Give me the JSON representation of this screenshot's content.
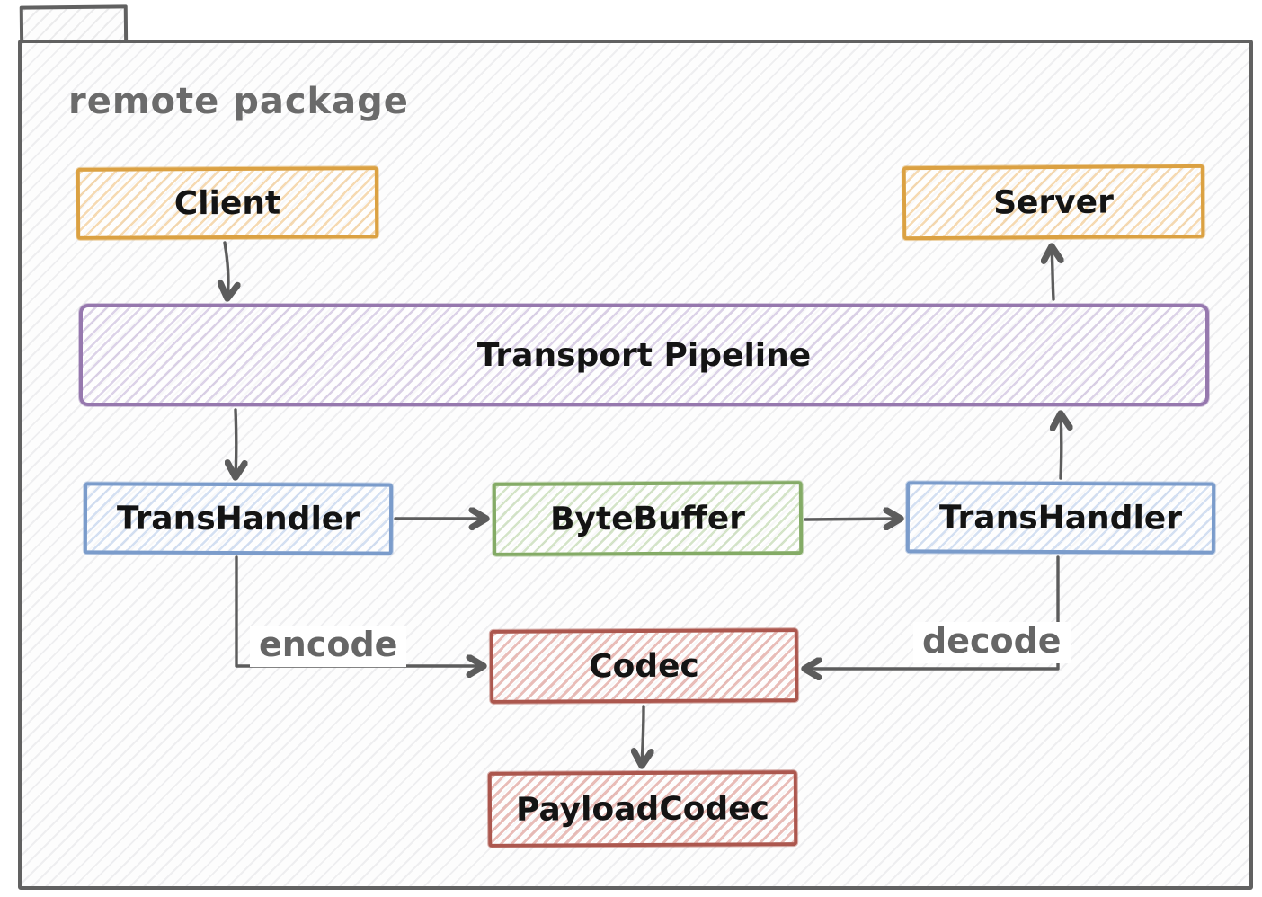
{
  "package": {
    "title": "remote package"
  },
  "nodes": [
    {
      "id": "client",
      "label": "Client",
      "color": "#dba142"
    },
    {
      "id": "server",
      "label": "Server",
      "color": "#dba142"
    },
    {
      "id": "transport-pipeline",
      "label": "Transport Pipeline",
      "color": "#9678ae"
    },
    {
      "id": "transhandler-left",
      "label": "TransHandler",
      "color": "#7b9ccb"
    },
    {
      "id": "bytebuffer",
      "label": "ByteBuffer",
      "color": "#84ab66"
    },
    {
      "id": "transhandler-right",
      "label": "TransHandler",
      "color": "#7b9ccb"
    },
    {
      "id": "codec",
      "label": "Codec",
      "color": "#ac574e"
    },
    {
      "id": "payloadcodec",
      "label": "PayloadCodec",
      "color": "#ac574e"
    }
  ],
  "edges": [
    {
      "from": "client",
      "to": "transport-pipeline",
      "label": ""
    },
    {
      "from": "transport-pipeline",
      "to": "transhandler-left",
      "label": ""
    },
    {
      "from": "transhandler-left",
      "to": "bytebuffer",
      "label": ""
    },
    {
      "from": "bytebuffer",
      "to": "transhandler-right",
      "label": ""
    },
    {
      "from": "transhandler-right",
      "to": "transport-pipeline",
      "label": ""
    },
    {
      "from": "transport-pipeline",
      "to": "server",
      "label": ""
    },
    {
      "from": "transhandler-left",
      "to": "codec",
      "label": "encode"
    },
    {
      "from": "transhandler-right",
      "to": "codec",
      "label": "decode"
    },
    {
      "from": "codec",
      "to": "payloadcodec",
      "label": ""
    }
  ],
  "colors": {
    "frame": "#616161",
    "arrow": "#5c5c5c",
    "title_text": "#6b6b6b",
    "edge_label_text": "#666666",
    "node_label_text": "#141414"
  }
}
